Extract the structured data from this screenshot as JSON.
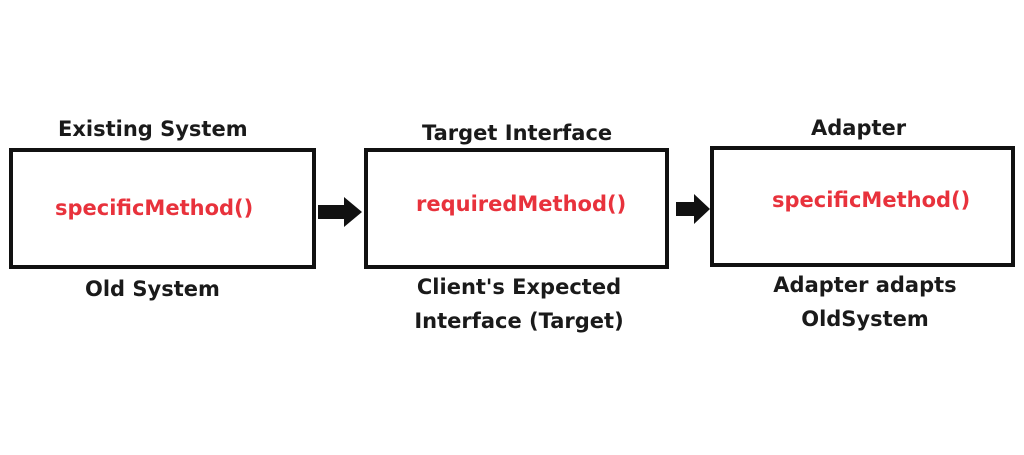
{
  "accent_color": "#e8323c",
  "boxes": [
    {
      "title": "Existing System",
      "method": "specificMethod()",
      "caption_line1": "Old System"
    },
    {
      "title": "Target Interface",
      "method": "requiredMethod()",
      "caption_line1": "Client's Expected",
      "caption_line2": "Interface (Target)"
    },
    {
      "title": "Adapter",
      "method": "specificMethod()",
      "caption_line1": "Adapter adapts",
      "caption_line2": "OldSystem"
    }
  ],
  "arrows": [
    {
      "icon": "arrow-right-icon"
    },
    {
      "icon": "arrow-right-icon"
    }
  ]
}
